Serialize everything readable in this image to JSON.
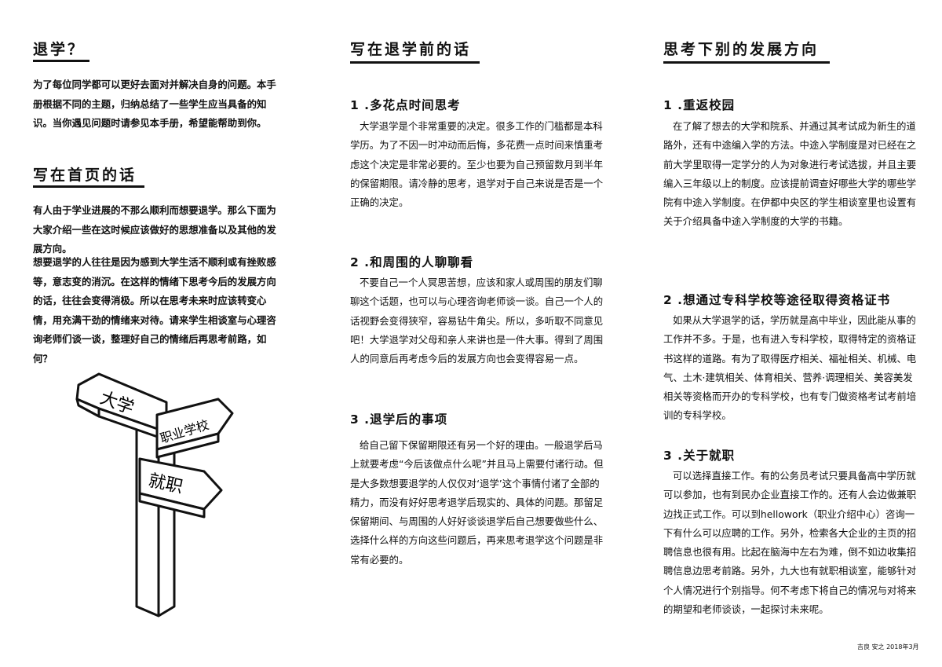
{
  "col1": {
    "title1": "退学？",
    "intro": "为了每位同学都可以更好去面对并解决自身的问题。本手册根据不同的主题，归纳总结了一些学生应当具备的知识。当你遇见问题时请参见本手册，希望能帮助到你。",
    "title2": "写在首页的话",
    "body_a": "有人由于学业进展的不那么顺利而想要退学。那么下面为大家介绍一些在这时候应该做好的思想准备以及其他的发展方向。",
    "body_b": "想要退学的人往往是因为感到大学生活不顺利或有挫败感等，意志变的消沉。在这样的情绪下思考今后的发展方向的话，往往会变得消极。所以在思考未来时应该转变心情，用充满干劲的情绪来对待。请来学生相谈室与心理咨询老师们谈一谈，整理好自己的情绪后再思考前路，如何？"
  },
  "signpost": {
    "sign1": "大学",
    "sign2": "职业学校",
    "sign3": "就职"
  },
  "col2": {
    "title": "写在退学前的话",
    "s1_title": "1 .多花点时间思考",
    "s1_body": "大学退学是个非常重要的决定。很多工作的门槛都是本科学历。为了不因一时冲动而后悔，多花费一点时间来慎重考虑这个决定是非常必要的。至少也要为自己预留数月到半年的保留期限。请冷静的思考，退学对于自己来说是否是一个正确的决定。",
    "s2_title": "2 .和周围的人聊聊看",
    "s2_body": "不要自己一个人冥思苦想，应该和家人或周围的朋友们聊聊这个话题，也可以与心理咨询老师谈一谈。自己一个人的话视野会变得狭窄，容易钻牛角尖。所以，多听取不同意见吧！大学退学对父母和亲人来讲也是一件大事。得到了周围人的同意后再考虑今后的发展方向也会变得容易一点。",
    "s3_title": "3 .退学后的事项",
    "s3_body": "给自己留下保留期限还有另一个好的理由。一般退学后马上就要考虑“今后该做点什么呢”并且马上需要付诸行动。但是大多数想要退学的人仅仅对‘退学’这个事情付诸了全部的精力，而没有好好思考退学后现实的、具体的问题。那留足保留期间、与周围的人好好谈谈退学后自己想要做些什么、选择什么样的方向这些问题后，再来思考退学这个问题是非常有必要的。"
  },
  "col3": {
    "title": "思考下别的发展方向",
    "s1_title": "1 .重返校园",
    "s1_body": "在了解了想去的大学和院系、并通过其考试成为新生的道路外，还有中途编入学的方法。中途入学制度是对已经在之前大学里取得一定学分的人为对象进行考试选拔，并且主要编入三年级以上的制度。应该提前调查好哪些大学的哪些学院有中途入学制度。在伊都中央区的学生相谈室里也设置有关于介绍具备中途入学制度的大学的书籍。",
    "s2_title": "2 .想通过专科学校等途径取得资格证书",
    "s2_body": "如果从大学退学的话，学历就是高中毕业，因此能从事的工作并不多。于是，也有进入专科学校，取得特定的资格证书这样的道路。有为了取得医疗相关、福祉相关、机械、电气、土木·建筑相关、体育相关、营养·调理相关、美容美发相关等资格而开办的专科学校，也有专门做资格考试考前培训的专科学校。",
    "s3_title": "3 .关于就职",
    "s3_body": "可以选择直接工作。有的公务员考试只要具备高中学历就可以参加，也有到民办企业直接工作的。还有人会边做兼职边找正式工作。可以到hellowork（职业介绍中心）咨询一下有什么可以应聘的工作。另外，检索各大企业的主页的招聘信息也很有用。比起在脑海中左右为难，倒不如边收集招聘信息边思考前路。另外，九大也有就职相谈室，能够针对个人情况进行个别指导。何不考虑下将自己的情况与对将来的期望和老师谈谈，一起探讨未来呢。"
  },
  "footer": "吉良 安之 2018年3月"
}
